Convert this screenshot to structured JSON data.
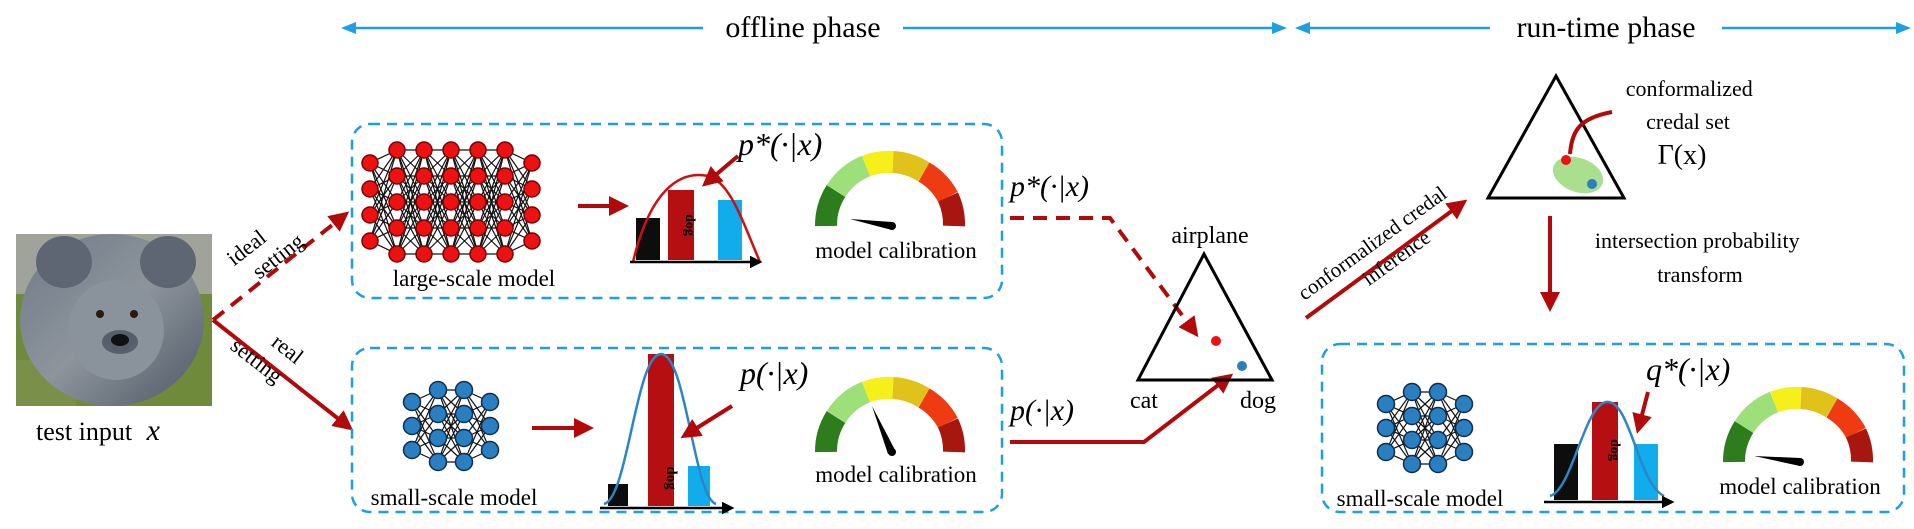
{
  "phases": {
    "offline": "offline phase",
    "runtime": "run-time phase"
  },
  "input": {
    "label": "test input",
    "var": "x"
  },
  "settings": {
    "ideal": [
      "ideal",
      "setting"
    ],
    "real": [
      "real",
      "setting"
    ]
  },
  "large_model": {
    "label": "large-scale model",
    "dist": "p*(·|x)",
    "bar_label": "dog",
    "calibration": "model calibration"
  },
  "small_model": {
    "label": "small-scale model",
    "dist": "p(·|x)",
    "bar_label": "dog",
    "calibration": "model calibration"
  },
  "arrows": {
    "pstar_label": "p*(·|x)",
    "p_label": "p(·|x)",
    "inference": [
      "conformalized credal",
      "inference"
    ],
    "transform": [
      "intersection probability",
      "transform"
    ]
  },
  "simplex": {
    "top": "airplane",
    "left": "cat",
    "right": "dog"
  },
  "credal": {
    "label": [
      "conformalized",
      "credal set"
    ],
    "symbol": "Γ(x)"
  },
  "runtime_model": {
    "label": "small-scale model",
    "dist": "q*(·|x)",
    "bar_label": "dog",
    "calibration": "model calibration"
  },
  "colors": {
    "accent_blue": "#1ca0e4",
    "arrow_red": "#b20a0a",
    "node_red": "#ee1111",
    "node_blue": "#2a7fc1",
    "curve_blue": "#2a86c8",
    "bar_black": "#0d0d0d",
    "bar_red": "#b50f12",
    "bar_cyan": "#10acec",
    "credal_green": "#a9df8f"
  }
}
